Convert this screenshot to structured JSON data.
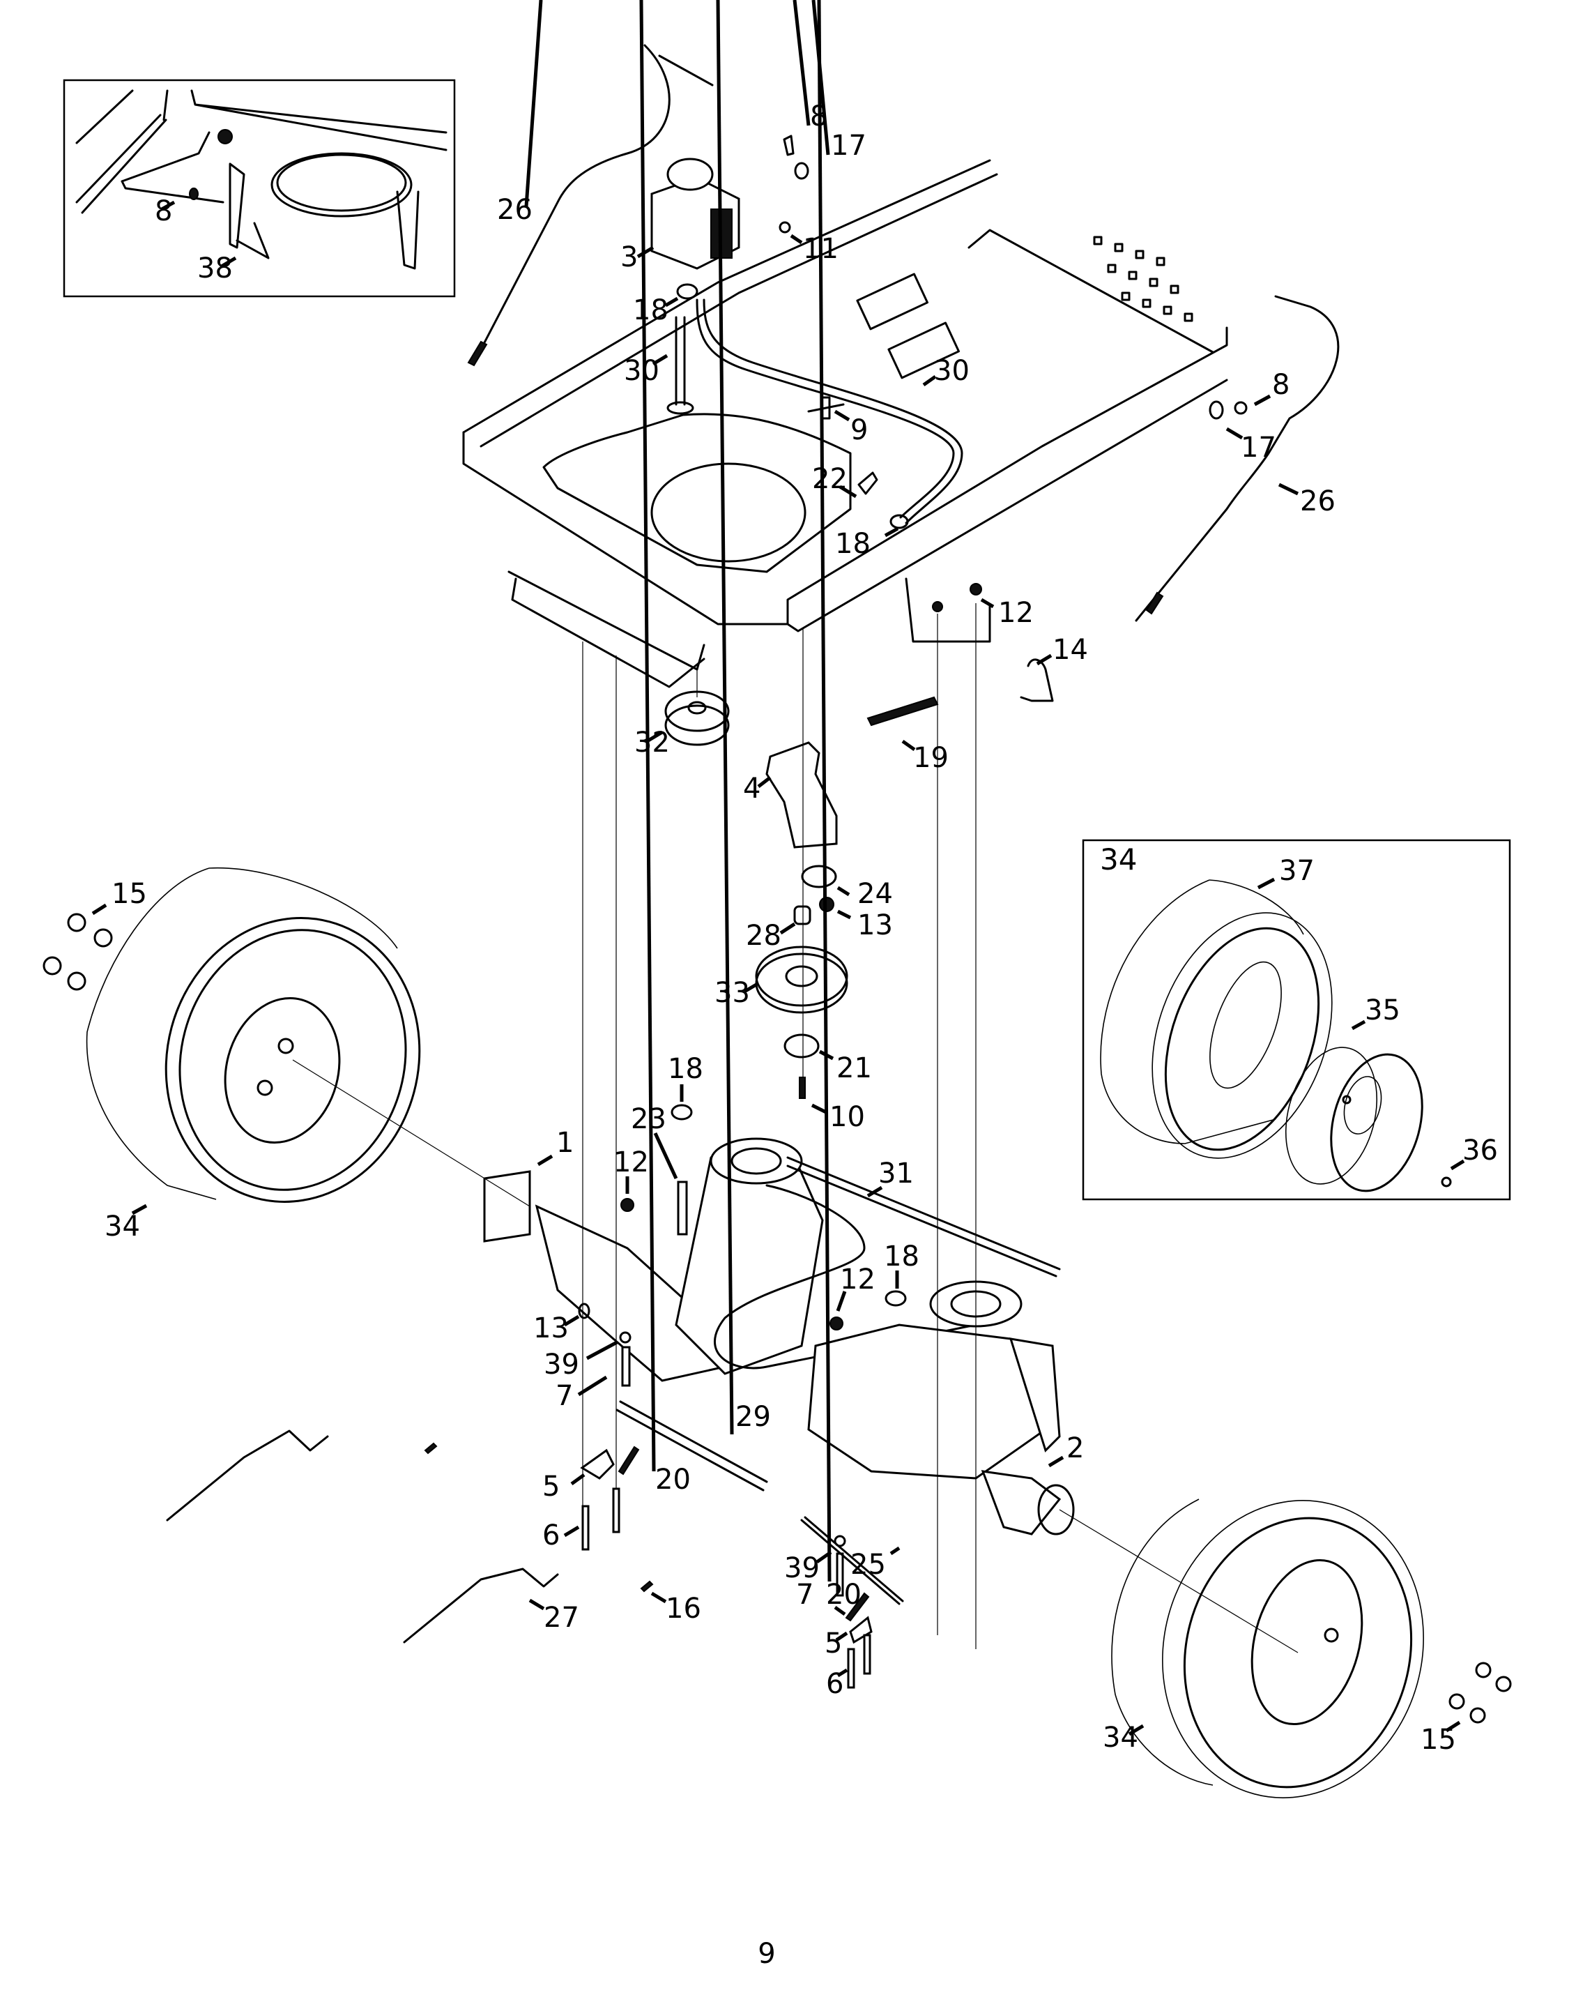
{
  "document": {
    "type": "exploded parts diagram",
    "page_number": "9",
    "accent_color": "#000000",
    "background_color": "#ffffff"
  },
  "insets": {
    "fuel_tank_bracket_detail": {
      "callouts": [
        "8",
        "38"
      ]
    },
    "wheel_assembly_detail": {
      "assembly_label": "34",
      "callouts": [
        "37",
        "35",
        "36"
      ]
    }
  },
  "callouts": {
    "c26_left": "26",
    "c8_top": "8",
    "c17_top": "17",
    "c3": "3",
    "c11": "11",
    "c18_top": "18",
    "c30_left": "30",
    "c30_right": "30",
    "c9": "9",
    "c22": "22",
    "c18_mid": "18",
    "c8_right": "8",
    "c17_right": "17",
    "c26_right": "26",
    "c12_top": "12",
    "c14": "14",
    "c32": "32",
    "c19": "19",
    "c4": "4",
    "c24": "24",
    "c13_top": "13",
    "c28": "28",
    "c33": "33",
    "c21": "21",
    "c10": "10",
    "c15_left": "15",
    "c34_left": "34",
    "c1": "1",
    "c18_lower": "18",
    "c23": "23",
    "c12_left": "12",
    "c31": "31",
    "c12_right": "12",
    "c18_right": "18",
    "c13_lower": "13",
    "c39_left": "39",
    "c7_left": "7",
    "c29": "29",
    "c2": "2",
    "c5_left": "5",
    "c20_left": "20",
    "c6_left": "6",
    "c27": "27",
    "c16": "16",
    "c39_right": "39",
    "c25": "25",
    "c7_right": "7",
    "c20_right": "20",
    "c5_right": "5",
    "c6_right": "6",
    "c34_right": "34",
    "c15_right": "15"
  }
}
